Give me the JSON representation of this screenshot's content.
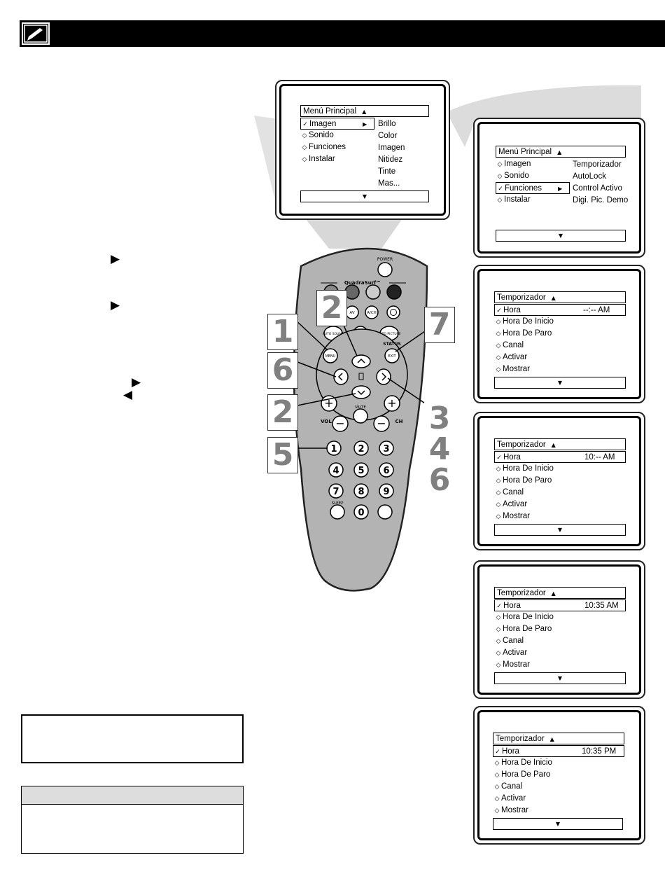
{
  "icons": {
    "header_logo": "tv-pencil-icon",
    "arrow_right": "play-right-icon",
    "arrow_left": "play-left-icon"
  },
  "margin_arrows": [
    "▶",
    "▶",
    "▶",
    "◀"
  ],
  "remote": {
    "buttons": {
      "power": "POWER",
      "quadrasurf": "QuadraSurf™",
      "av": "AV",
      "ach": "A/CH",
      "auto_sound": "AUTO SOUND",
      "cc": "CC",
      "auto_picture": "AUTO PICTURE",
      "status": "STATUS",
      "menu": "MENU",
      "exit": "EXIT",
      "mute": "MUTE",
      "vol": "VOL",
      "ch": "CH",
      "sleep": "SLEEP",
      "digits": [
        "1",
        "2",
        "3",
        "4",
        "5",
        "6",
        "7",
        "8",
        "9",
        "0"
      ]
    }
  },
  "callouts": {
    "left": [
      "1",
      "6",
      "2",
      "5"
    ],
    "top": "2",
    "right": [
      "7",
      "3",
      "4",
      "6"
    ]
  },
  "screens": {
    "main_menu": {
      "header": "Menú Principal",
      "items": [
        "Imagen",
        "Sonido",
        "Funciones",
        "Instalar"
      ],
      "submenu": [
        "Brillo",
        "Color",
        "Imagen",
        "Nitidez",
        "Tinte",
        "Mas..."
      ]
    },
    "features_menu": {
      "header": "Menú Principal",
      "items": [
        "Imagen",
        "Sonido",
        "Funciones",
        "Instalar"
      ],
      "submenu": [
        "Temporizador",
        "AutoLock",
        "Control Activo",
        "Digi. Pic. Demo"
      ]
    },
    "timer_menus": [
      {
        "header": "Temporizador",
        "time": "--:-- AM",
        "items": [
          "Hora",
          "Hora De Inicio",
          "Hora De Paro",
          "Canal",
          "Activar",
          "Mostrar"
        ]
      },
      {
        "header": "Temporizador",
        "time": "10:-- AM",
        "items": [
          "Hora",
          "Hora De Inicio",
          "Hora De Paro",
          "Canal",
          "Activar",
          "Mostrar"
        ]
      },
      {
        "header": "Temporizador",
        "time": "10:35 AM",
        "items": [
          "Hora",
          "Hora De Inicio",
          "Hora De Paro",
          "Canal",
          "Activar",
          "Mostrar"
        ]
      },
      {
        "header": "Temporizador",
        "time": "10:35 PM",
        "items": [
          "Hora",
          "Hora De Inicio",
          "Hora De Paro",
          "Canal",
          "Activar",
          "Mostrar"
        ]
      }
    ]
  },
  "glyphs": {
    "check": "✓",
    "diamond": "◇",
    "up": "▲",
    "down": "▼",
    "right": "▶"
  }
}
